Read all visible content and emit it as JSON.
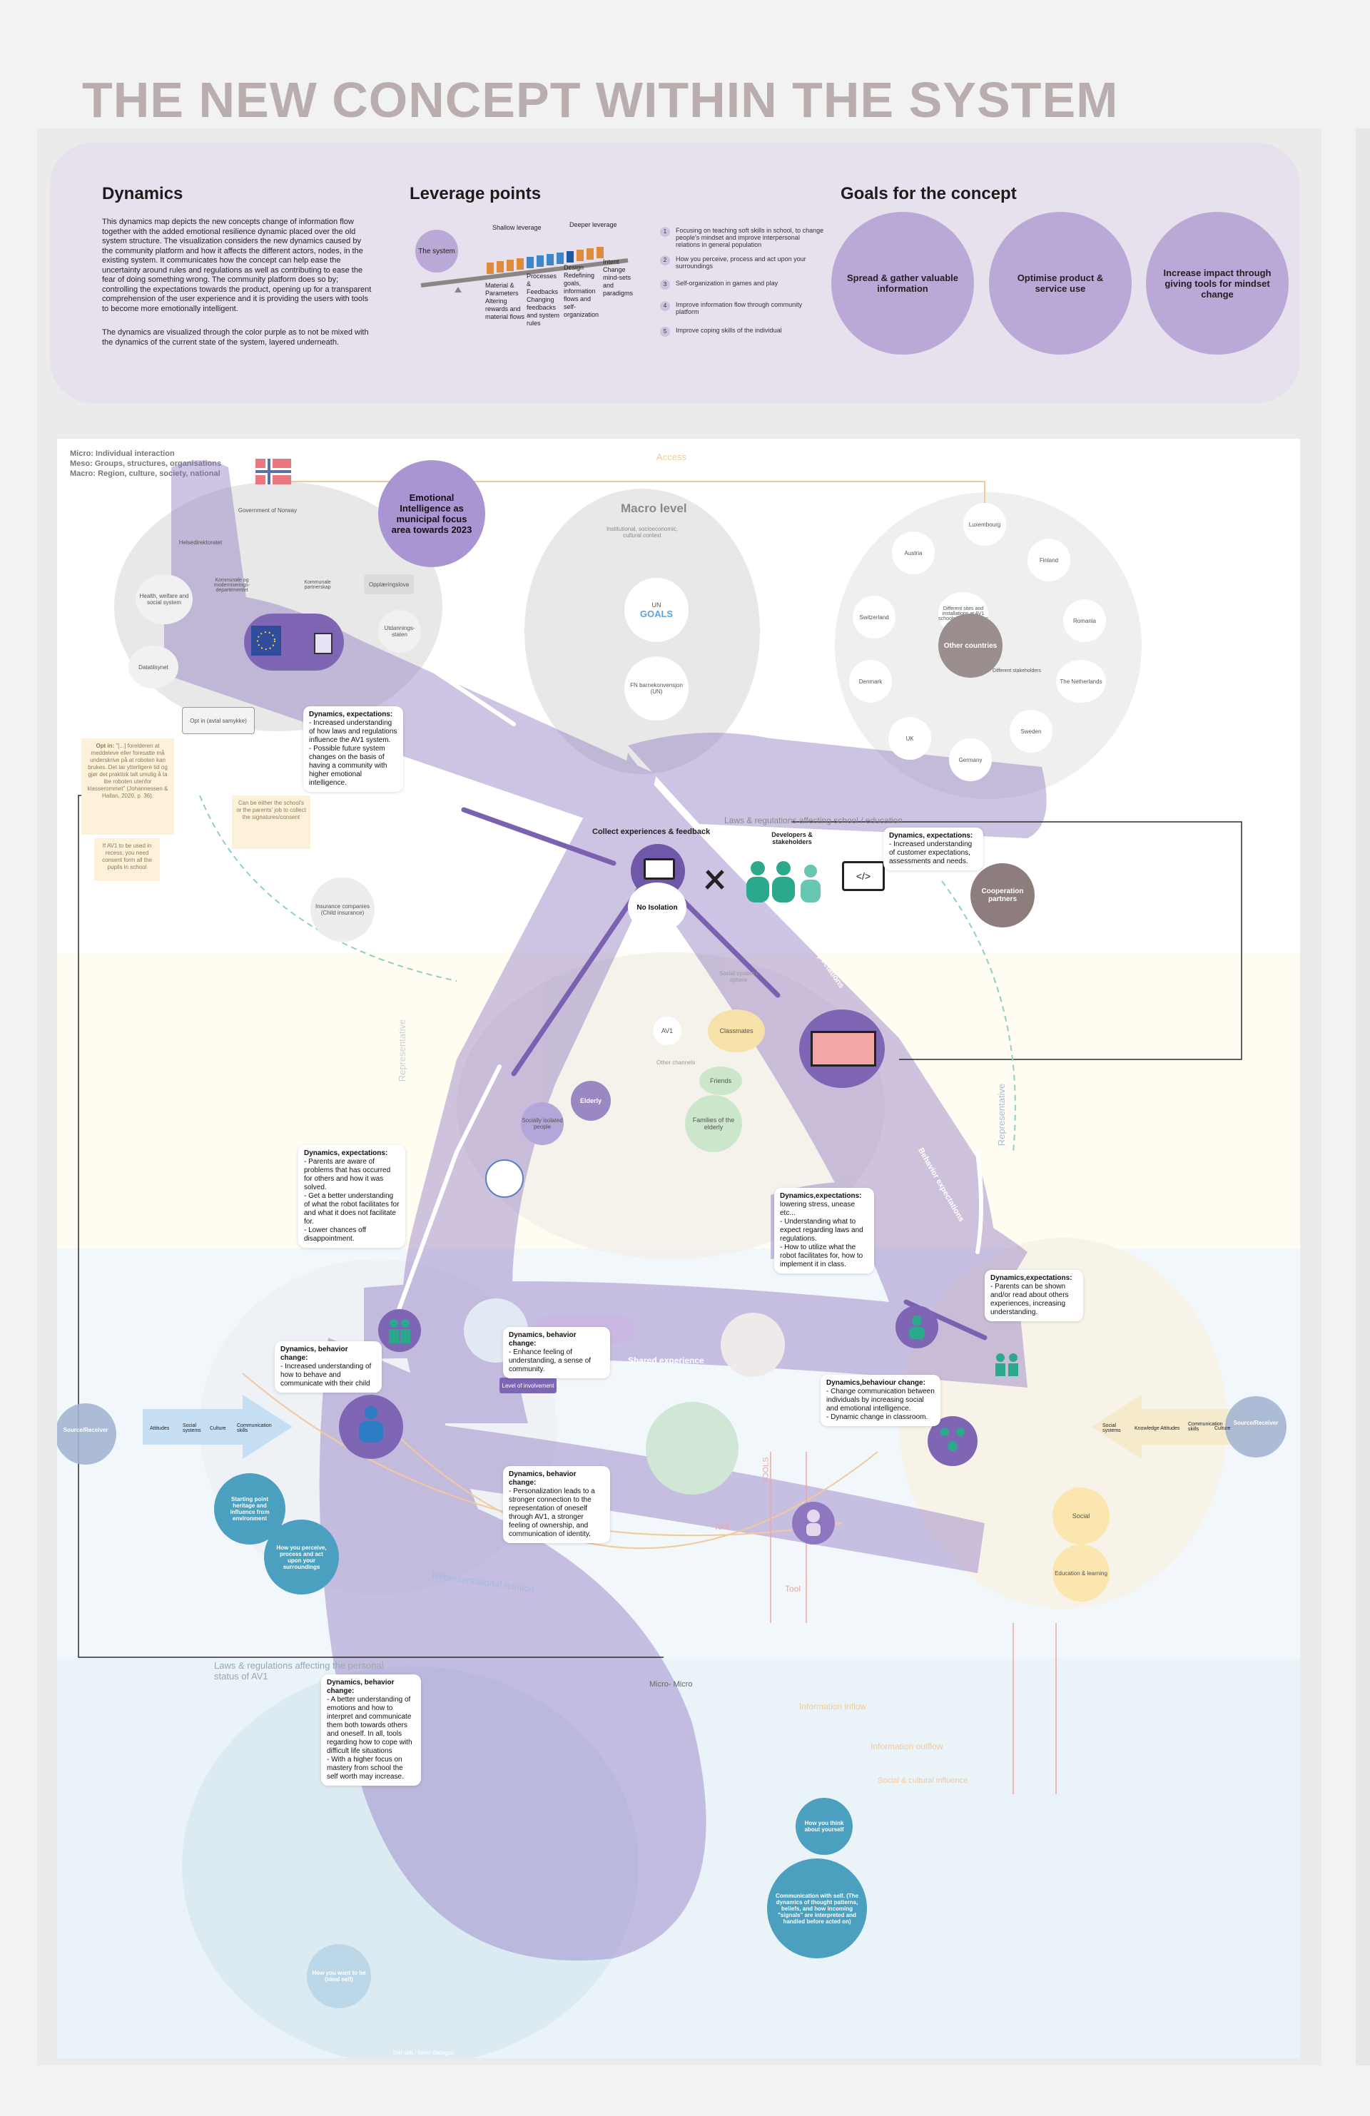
{
  "title": "THE NEW CONCEPT WITHIN THE SYSTEM",
  "header": {
    "dynamics": {
      "title": "Dynamics",
      "p1": "This dynamics map depicts the new concepts change of information flow together with the added emotional resilience dynamic placed over the old system structure. The visualization considers the new dynamics caused by the community platform and how it affects the different actors, nodes, in the existing system. It communicates how the concept can help ease the uncertainty around rules and regulations as well as contributing to ease the fear of doing something wrong. The community platform does so by; controlling the expectations towards the product, opening up for a transparent comprehension of the user experience and it is providing the users with tools to become more emotionally intelligent.",
      "p2": "The dynamics are visualized through the color purple as to not be mixed with the dynamics of the current state of the system, layered underneath."
    },
    "leverage": {
      "title": "Leverage points",
      "shallow": "Shallow leverage",
      "deeper": "Deeper leverage",
      "system": "The system",
      "col1": "Material & Parameters Altering rewards and material flows",
      "col2": "Processes & Feedbacks Changing feedbacks and system rules",
      "col3": "Design Redefining goals, information flows and self-organization",
      "col4": "Intent Change mind-sets and paradigms",
      "items": [
        {
          "n": "1",
          "text": "Focusing on teaching soft skills in school, to change people's mindset and improve interpersonal relations in general population"
        },
        {
          "n": "2",
          "text": "How you perceive, process and act upon your surroundings"
        },
        {
          "n": "3",
          "text": "Self-organization in games and play"
        },
        {
          "n": "4",
          "text": "Improve information flow through community platform"
        },
        {
          "n": "5",
          "text": "Improve coping skills of the individual"
        }
      ]
    },
    "goals": {
      "title": "Goals for the concept",
      "items": [
        "Spread & gather valuable information",
        "Optimise product & service use",
        "Increase impact through giving tools for mindset change"
      ]
    }
  },
  "map": {
    "legend": [
      "Micro: Individual interaction",
      "Meso: Groups, structures, organisations",
      "Macro: Region, culture, society, national"
    ],
    "emotional_intelligence": "Emotional Intelligence as municipal focus area towards 2023",
    "macro_title": "Macro level",
    "macro_sub": "Institutional, socioeconomic, cultural context",
    "un": "UN",
    "goals_word": "GOALS",
    "fn": "FN barnekonvensjon (UN)",
    "access": "Access",
    "countries": [
      "Luxembourg",
      "Austria",
      "Finland",
      "Switzerland",
      "Romania",
      "Denmark",
      "The Netherlands",
      "UK",
      "Sweden",
      "Germany"
    ],
    "other_countries": "Other countries",
    "different_sites": "Different sites and installations at AV1 schools/ municipalities",
    "different_stakeholders": "Different stakeholders",
    "gov": "Government of Norway",
    "health_dir": "Helsedirektoratet",
    "health_services": "Health, welfare and social system",
    "kommunale": "Kommunale og moderniserings-departementet",
    "kommunale_partnere": "Kommunale partnerskap",
    "opplaering": "Opplæringslova",
    "datatilsynet": "Datatilsynet",
    "utdanning": "Utdannings-staten",
    "opt_in_box": "Opt in (avtal samykke)",
    "opt_in_quote_title": "Opt in:",
    "opt_in_quote": "\"[...] forelderen at meddeleve eller foresatte må underskrive på at roboten kan brukes. Det tar ytterligere tid og gjør det praktisk talt umulig å ta ibe roboten utenfor klasserommet\" (Johannessen & Hallan, 2020, p. 36).",
    "signature_note": "Can be either the school's or the parents' job to collect the signatures/consent",
    "consent_note": "If AV1 to be used in recess, you need consent form all the pupils in school",
    "insurance": "Insurance companies (Child insurance)",
    "laws_top": "Laws & regulations affecting school / education",
    "collect": "Collect experiences & feedback",
    "no_isolation": "No Isolation",
    "developers": "Developers & stakeholders",
    "cooperation": "Cooperation partners",
    "meso_nodes": [
      "AV1",
      "Classmates",
      "Elderly",
      "Families of the elderly",
      "Friends",
      "Socially isolated people",
      "Social system / sphere",
      "Other channels"
    ],
    "behavior_expectations_1": "Behavior expectations",
    "behavior_expectations_2": "Behavior expectations",
    "representative_left": "Representative",
    "representative_right": "Representative",
    "shared_experience": "Shared experience",
    "level_of_involvement": "Level of involvement",
    "source_receiver": "Source/Receiver",
    "left_arrow": [
      "Attitudes",
      "Social systems",
      "Culture",
      "Communication skills"
    ],
    "right_arrow": [
      "Social systems",
      "Knowledge Attitudes",
      "Communication skills",
      "Culture"
    ],
    "starting_point": "Starting point heritage and influence from environment",
    "perceive": "How you perceive, process and act upon your surroundings",
    "social": "Social",
    "education": "Education & learning",
    "representational_relation": "Representational relation",
    "tools": [
      "Tool",
      "Tool",
      "TOOLS"
    ],
    "laws_bottom": "Laws & regulations affecting the personal status of AV1",
    "micro_micro": "Micro- Micro",
    "information_inflow": "Information inflow",
    "information_outflow": "Information outflow",
    "social_influence": "Social & cultural influence",
    "think_about": "How you think about yourself",
    "communication_self": "Communication with self. (The dynamics of thought patterns, beliefs, and how incoming \"signals\" are interpreted and handled before acted on)",
    "want_to_be": "How you want to be (ideal self)",
    "self_talk": "Self-talk / Inner dialogue",
    "cards": [
      {
        "title": "Dynamics, expectations:",
        "text": "- Increased understanding of how laws and regulations influence the AV1 system.\n- Possible future system changes on the basis of having a community with higher emotional intelligence."
      },
      {
        "title": "Dynamics, expectations:",
        "text": "- Increased understanding of customer expectations, assessments and needs."
      },
      {
        "title": "Dynamics, expectations:",
        "text": "- Parents are aware of problems that has occurred for others and how it was solved.\n- Get a better understanding of what the robot facilitates for and what it does not facilitate for.\n- Lower chances off disappointment."
      },
      {
        "title": "Dynamics,expectations:",
        "text": "lowering stress, unease etc...\n- Understanding what to expect regarding laws and regulations.\n- How to utilize what the robot facilitates for, how to implement it in class."
      },
      {
        "title": "Dynamics,expectations:",
        "text": "- Parents can be shown and/or read about others experiences, increasing understanding."
      },
      {
        "title": "Dynamics, behavior change:",
        "text": "- Increased understanding of how to behave and communicate with their child"
      },
      {
        "title": "Dynamics, behavior change:",
        "text": "- Enhance feeling of understanding, a sense of community."
      },
      {
        "title": "Dynamics,behaviour change:",
        "text": "- Change communication between individuals by increasing social and emotional intelligence.\n- Dynamic change in classroom."
      },
      {
        "title": "Dynamics, behavior change:",
        "text": "- Personalization leads to a stronger connection to the representation of oneself through AV1, a stronger feeling of ownership, and communication of identity."
      },
      {
        "title": "Dynamics, behavior change:",
        "text": "- A better understanding of emotions and how to interpret and communicate them both towards others and oneself. In all, tools regarding how to cope with difficult life situations\n- With a higher focus on mastery from school the self worth may increase."
      }
    ]
  },
  "colors": {
    "purple": "#8a72be",
    "purple_light": "#baa9d6",
    "panel": "#e6e1ec",
    "title_grey": "#b9adad",
    "grey_node": "#e9e8e8",
    "yellow_band": "#fffcf1",
    "blue_band": "#f2f7fc",
    "teal": "#4b9fbf"
  },
  "icons": [
    "norway-flag-icon",
    "eu-flag-icon",
    "building-icon",
    "laptop-icon",
    "tools-icon",
    "people-group-icon",
    "code-laptop-icon",
    "school-icon",
    "family-icon",
    "child-icon",
    "teacher-icon",
    "classroom-icon",
    "robot-icon"
  ]
}
